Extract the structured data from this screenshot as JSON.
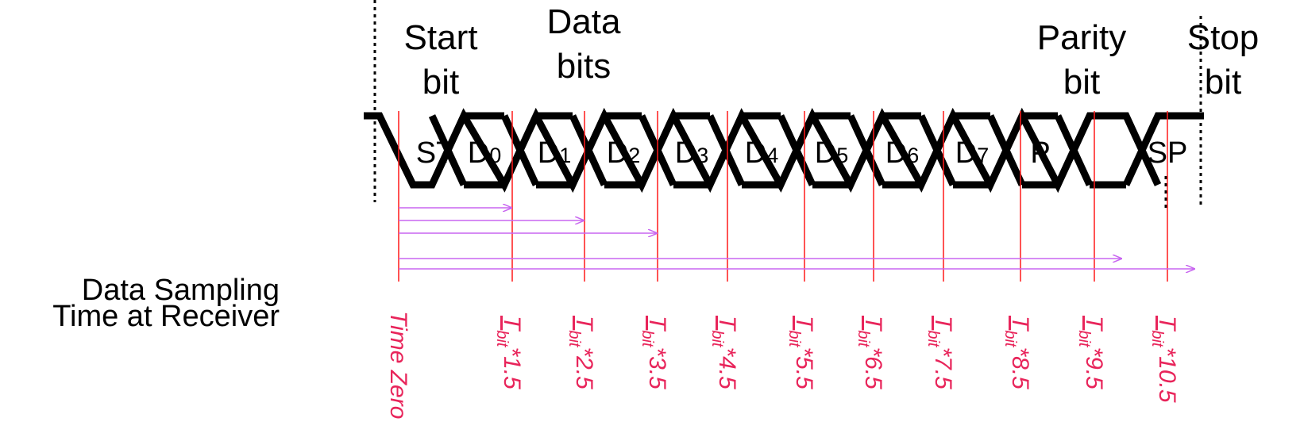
{
  "side_label": {
    "line1": "Data Sampling",
    "line2": "Time at Receiver"
  },
  "headers": {
    "start": [
      "Start",
      "bit"
    ],
    "data": [
      "Data",
      "bits"
    ],
    "parity": [
      "Parity",
      "bit"
    ],
    "stop": [
      "Stop",
      "bit"
    ]
  },
  "cells": [
    {
      "main": "ST",
      "sub": ""
    },
    {
      "main": "D",
      "sub": "0"
    },
    {
      "main": "D",
      "sub": "1"
    },
    {
      "main": "D",
      "sub": "2"
    },
    {
      "main": "D",
      "sub": "3"
    },
    {
      "main": "D",
      "sub": "4"
    },
    {
      "main": "D",
      "sub": "5"
    },
    {
      "main": "D",
      "sub": "6"
    },
    {
      "main": "D",
      "sub": "7"
    },
    {
      "main": "P",
      "sub": ""
    },
    {
      "main": "SP",
      "sub": ""
    }
  ],
  "time_zero_label": "Time Zero",
  "tbit": {
    "base": "T",
    "sub": "bit"
  },
  "sample_multipliers": [
    "*1.5",
    "*2.5",
    "*3.5",
    "*4.5",
    "*5.5",
    "*6.5",
    "*7.5",
    "*8.5",
    "*9.5",
    "*10.5"
  ],
  "colors": {
    "signal": "#000000",
    "sample_line": "#ff1a1a",
    "arrow": "#c866f0",
    "label": "#e8245a"
  }
}
